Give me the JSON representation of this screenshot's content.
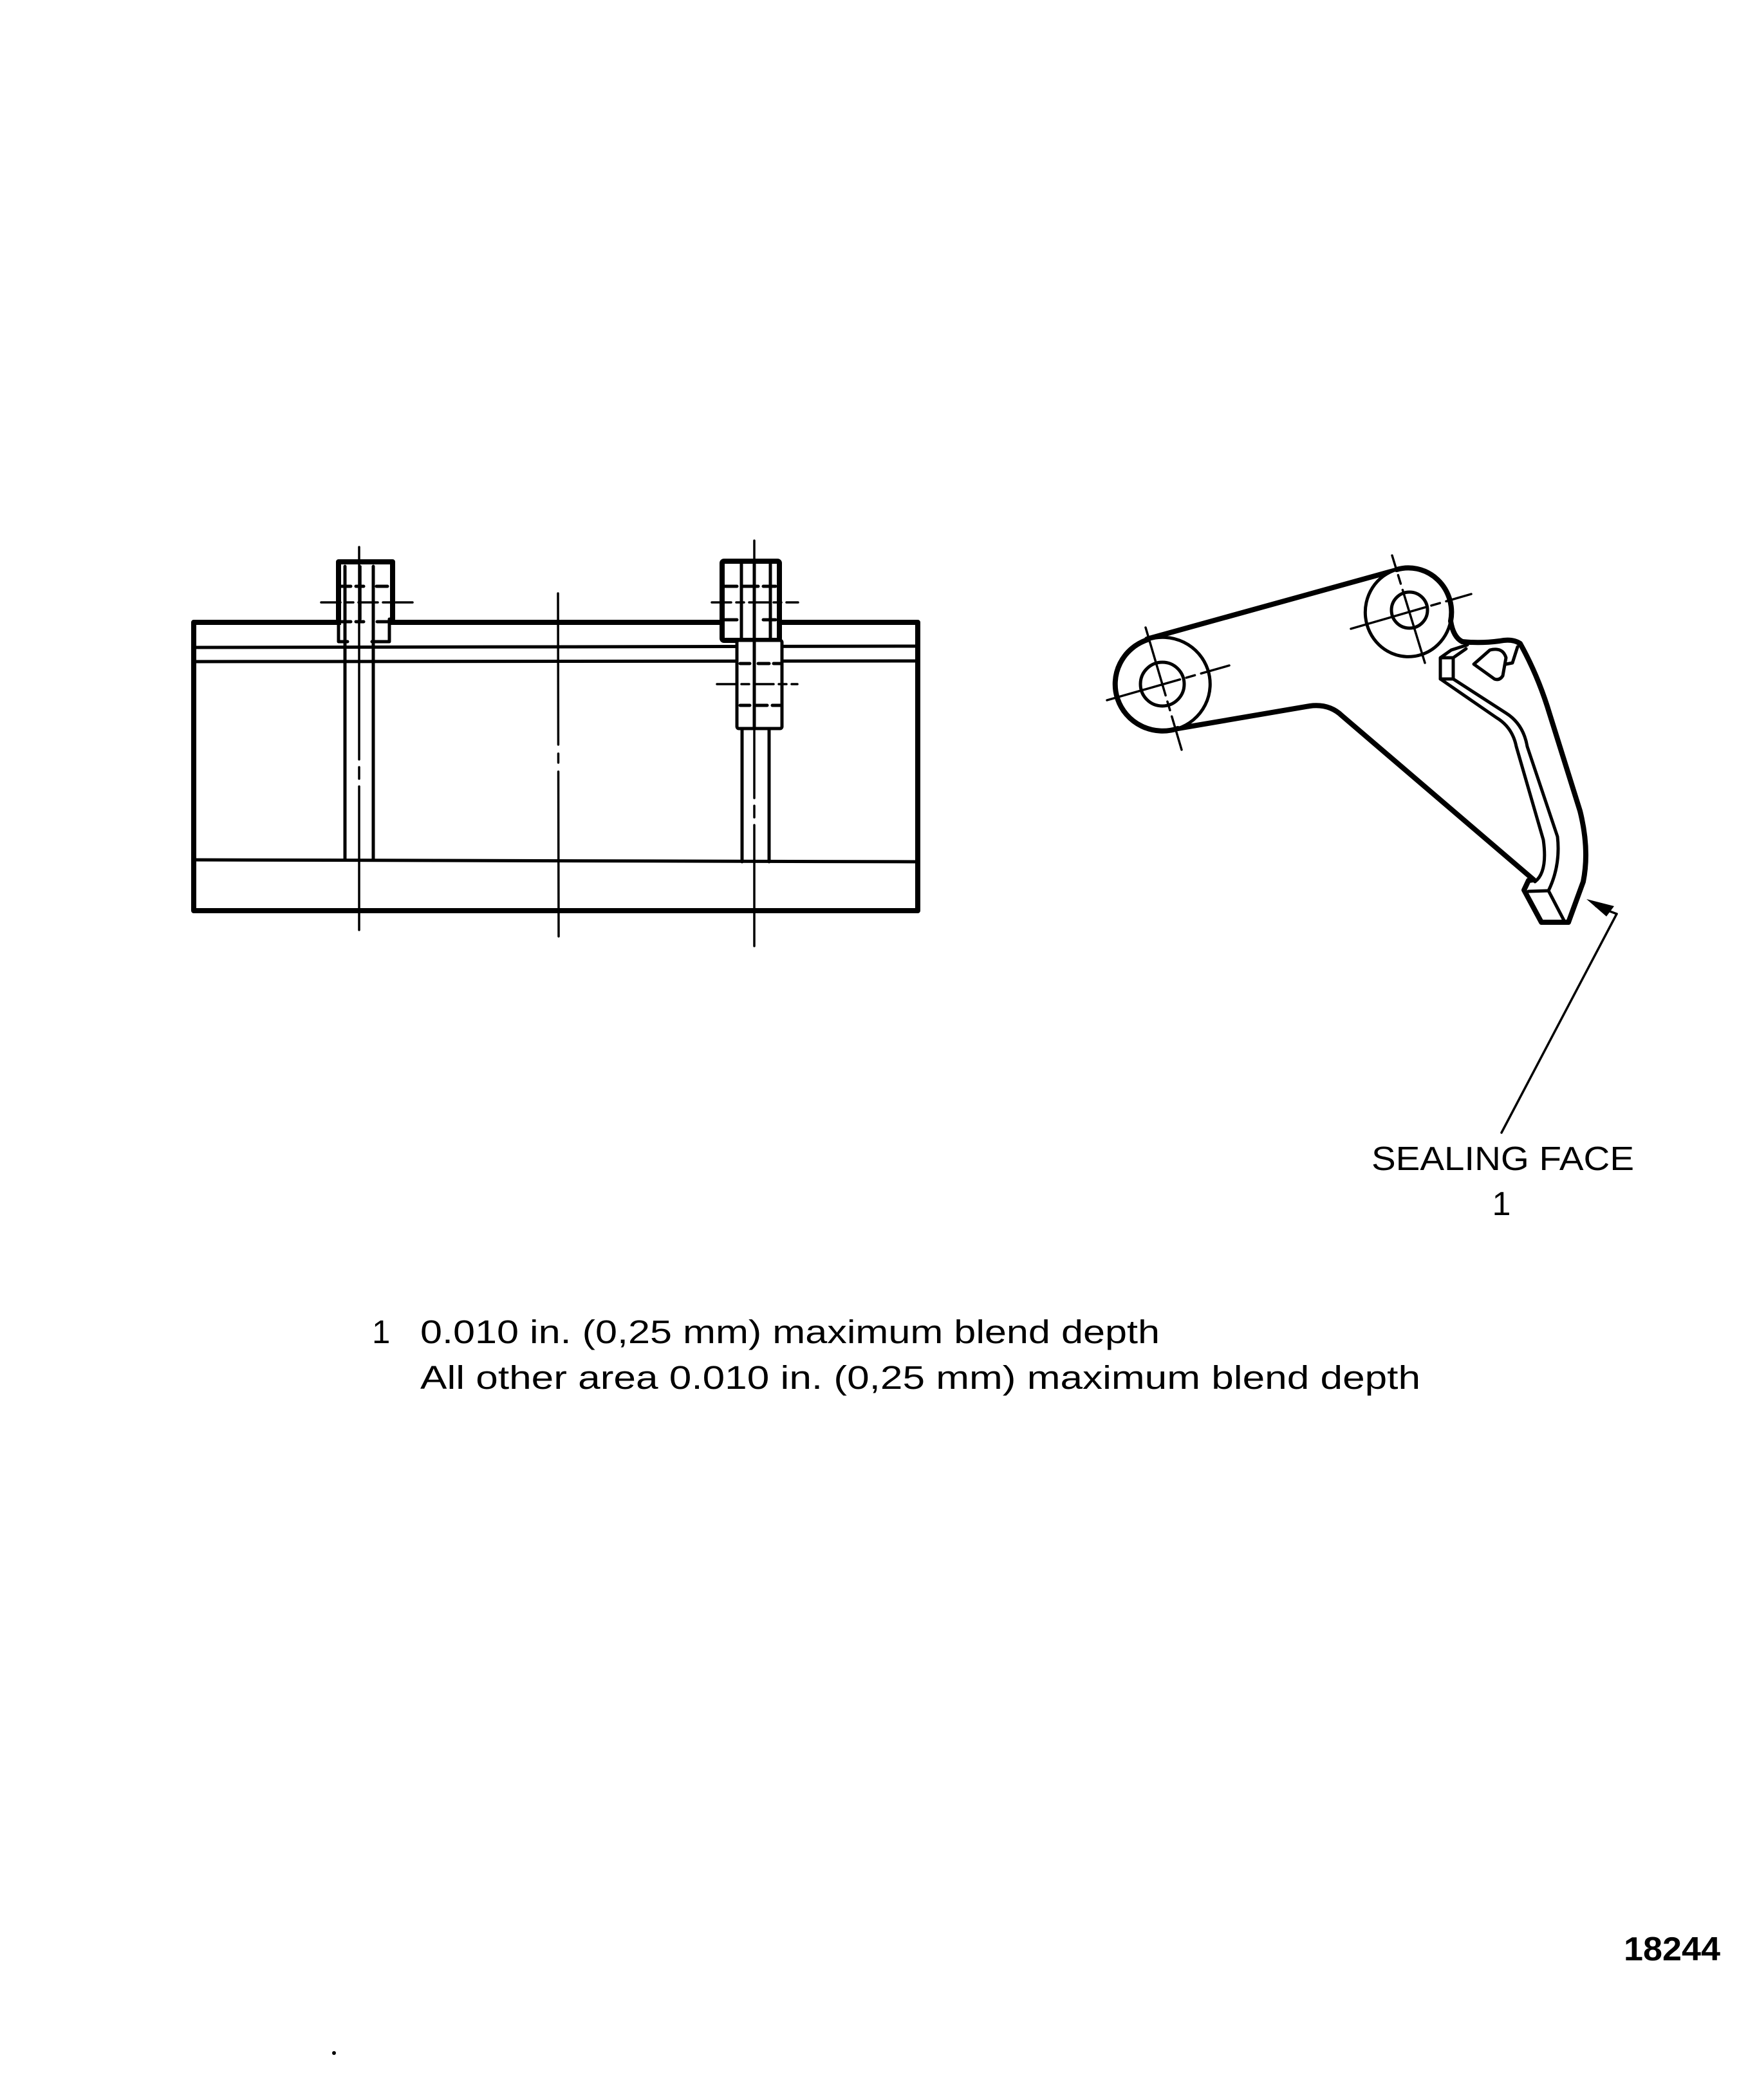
{
  "figure": {
    "number": "18244",
    "callout": {
      "label": "SEALING FACE",
      "index": "1"
    },
    "notes": [
      {
        "index": "1",
        "text": "0.010 in. (0,25 mm) maximum blend depth"
      },
      {
        "index": "",
        "text": "All other area 0.010 in. (0,25 mm) maximum blend depth"
      }
    ],
    "views": [
      {
        "name": "side-view",
        "description": "rectangular body with two bolt/nut assemblies and centerlines"
      },
      {
        "name": "isometric-view",
        "description": "lever arm with two bosses and sealing face"
      }
    ]
  },
  "colors": {
    "ink": "#000000",
    "paper": "#ffffff"
  }
}
